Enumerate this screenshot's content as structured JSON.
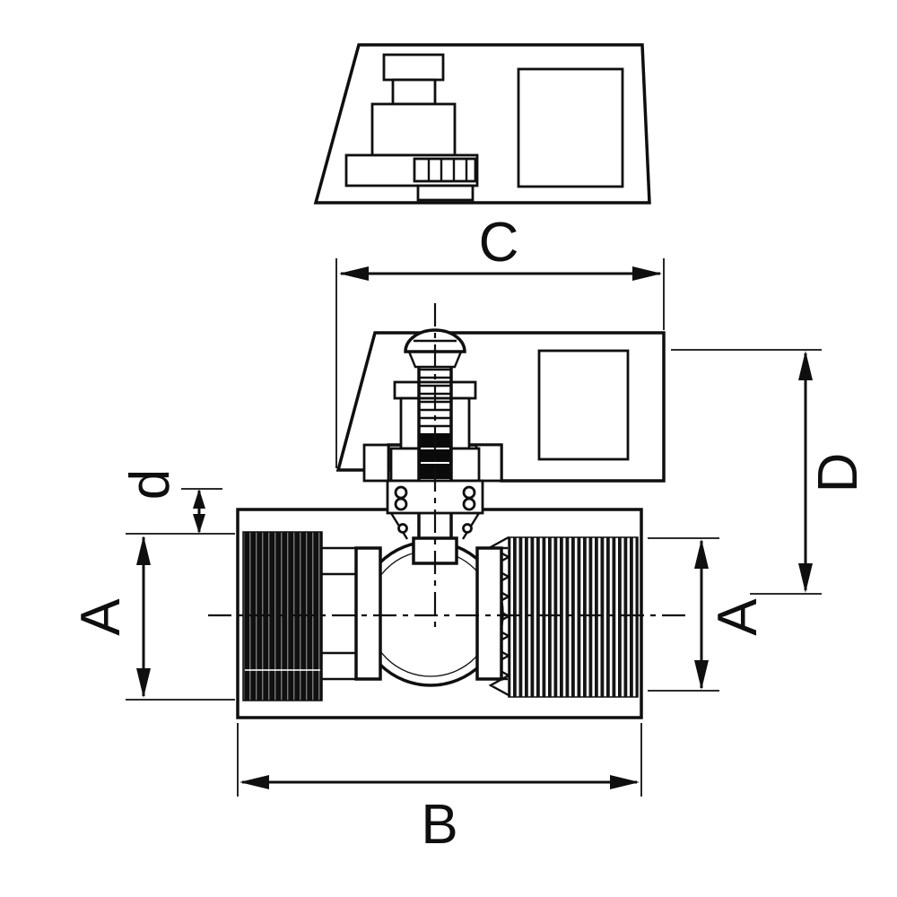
{
  "drawing": {
    "kind": "technical-line-drawing",
    "subject": "mini-ball-valve-with-handle-cross-section",
    "colors": {
      "line": "#0f0f0f",
      "background": "#ffffff"
    }
  },
  "dimensions": {
    "width_top": {
      "label": "C"
    },
    "width_bottom": {
      "label": "B"
    },
    "height_right": {
      "label": "D"
    },
    "side_left": {
      "label": "A"
    },
    "side_right": {
      "label": "A"
    },
    "thread": {
      "label": "d"
    }
  }
}
